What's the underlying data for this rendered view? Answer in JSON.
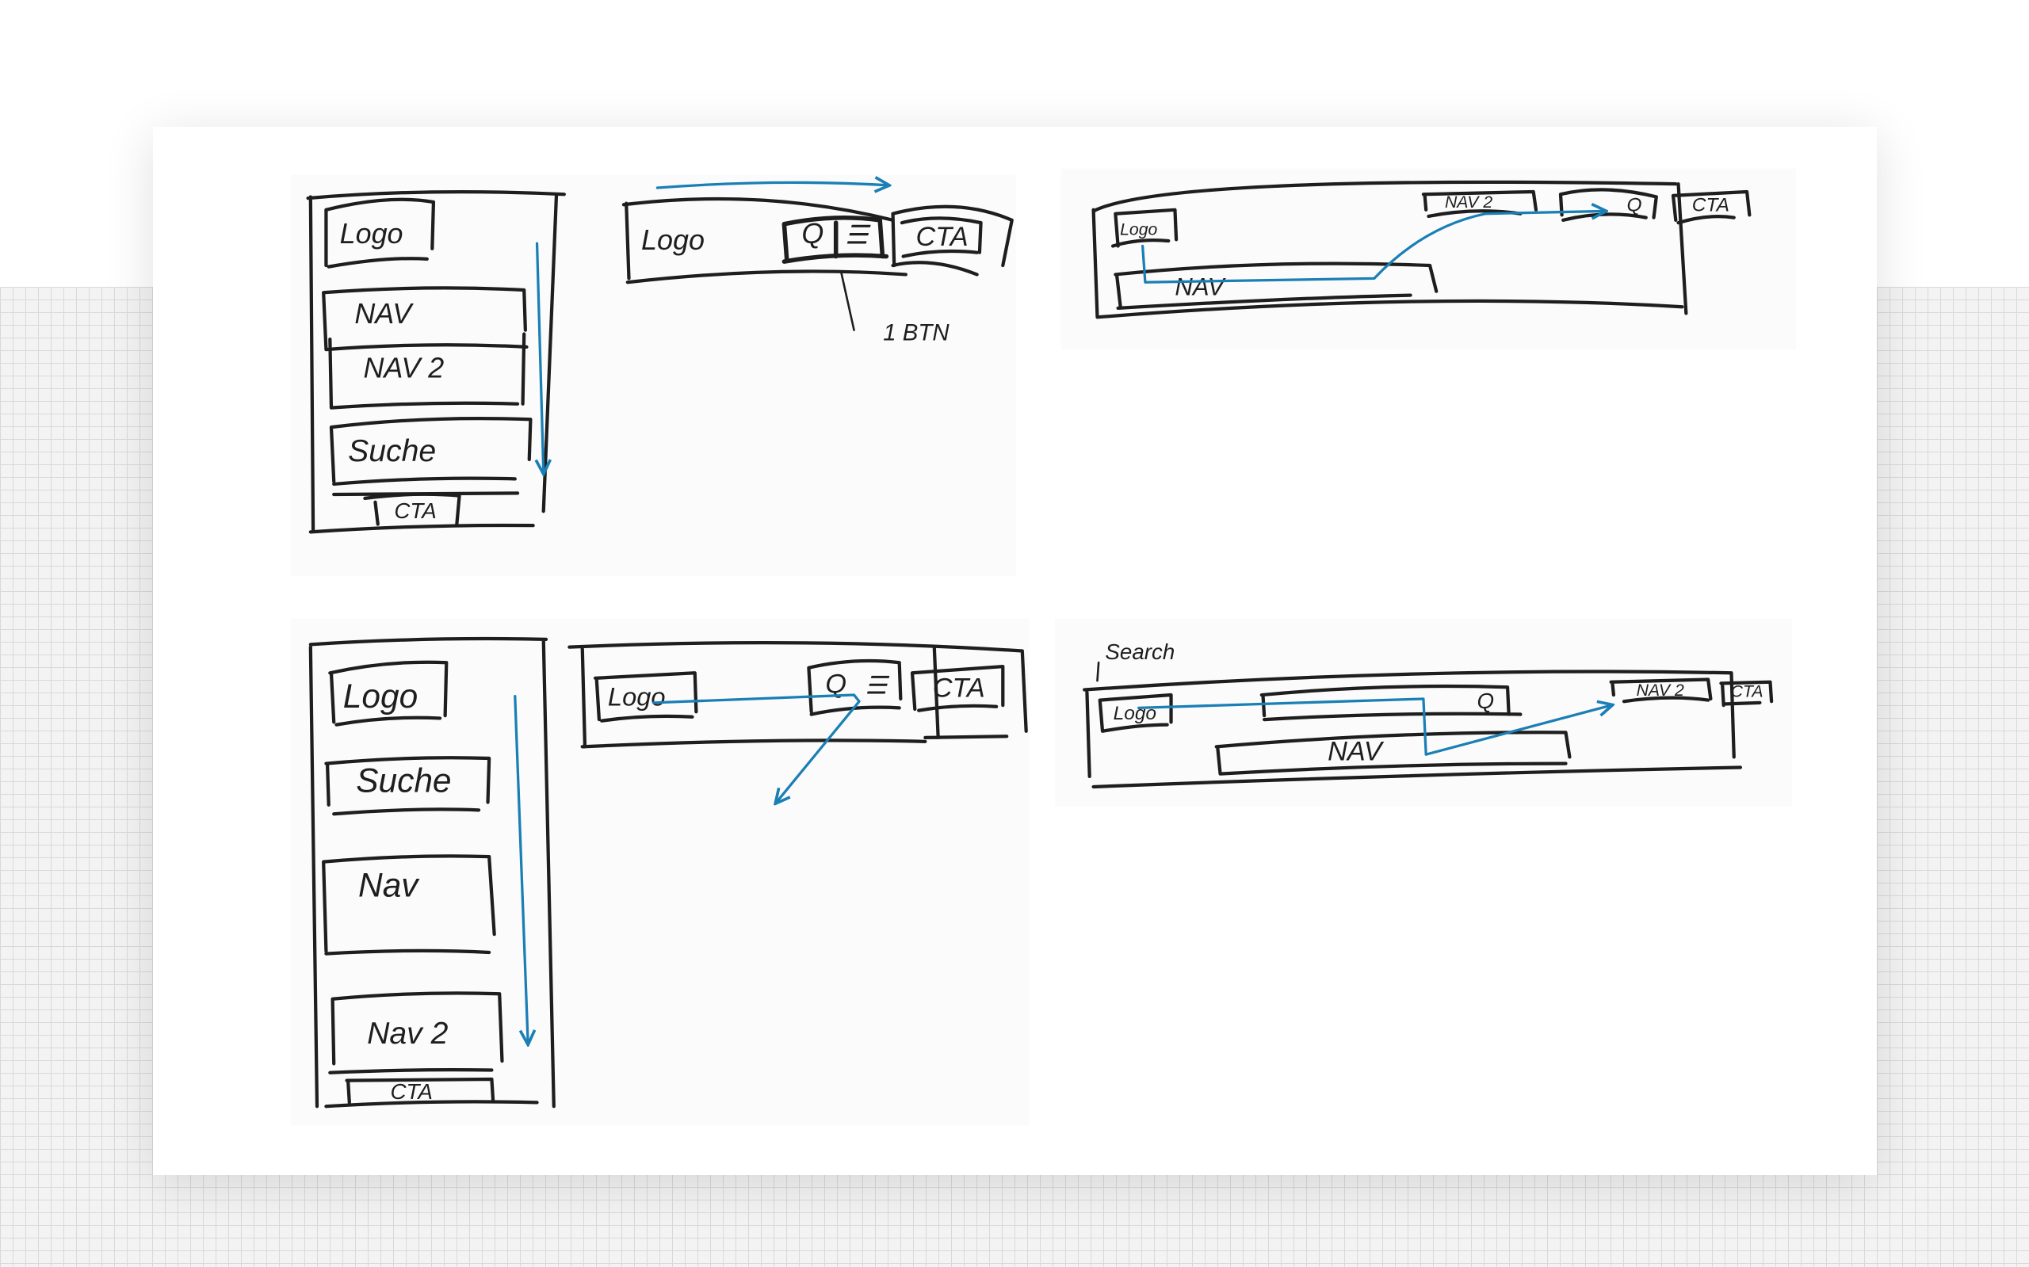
{
  "sketches": {
    "mobile_1": {
      "logo": "Logo",
      "nav": "NAV",
      "nav2": "NAV 2",
      "search": "Suche",
      "cta": "CTA"
    },
    "header_compact_1": {
      "logo": "Logo",
      "search_icon": "Q",
      "menu_icon": "☰",
      "cta": "CTA",
      "note": "1 BTN"
    },
    "header_wide_1": {
      "logo": "Logo",
      "nav": "NAV",
      "nav2": "NAV 2",
      "search_icon": "Q",
      "cta": "CTA"
    },
    "mobile_2": {
      "logo": "Logo",
      "search": "Suche",
      "nav": "Nav",
      "nav2": "Nav 2",
      "cta": "CTA"
    },
    "header_compact_2": {
      "logo": "Logo",
      "search_icon": "Q",
      "menu_icon": "☰",
      "cta": "CTA"
    },
    "header_wide_2": {
      "annotation": "Search",
      "logo": "Logo",
      "search_icon": "Q",
      "nav": "NAV",
      "nav2": "NAV 2",
      "cta": "CTA"
    }
  },
  "colors": {
    "ink": "#1e1e1e",
    "arrow": "#1a7fb5"
  }
}
